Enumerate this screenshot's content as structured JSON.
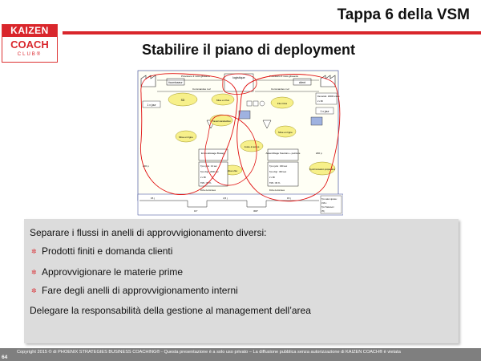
{
  "logo": {
    "line1": "KAIZEN",
    "line2": "COACH",
    "line3": "CLUB®"
  },
  "header": {
    "title": "Tappa 6 della VSM",
    "subtitle": "Stabilire il piano di deployment"
  },
  "vsm": {
    "supplier": "fournisseur",
    "logistics": "logistique",
    "client": "client",
    "forecast_left": "Prévisions 3 mois glissants",
    "forecast_right": "Prévisions 3 mois glissants",
    "orders_left": "Commandes J+2",
    "orders_right": "Commandes J+2",
    "schedule": "1 x jour",
    "demand": "Demande: 10000 unités",
    "shifts": "2 x 8h",
    "cloud_sd": "SD",
    "cloud_rd": "Mise en\nflux",
    "cloud_std": "Travail\nstandardisé",
    "cloud_flow": "Flux\ntirés",
    "cloud_line1": "Mise en\nligne",
    "cloud_smed": "Juste à temps",
    "cloud_line2": "Mise en\nligne",
    "cloud_sync": "Synchronisation\npréparation",
    "cloud_mini": "Mise\nà flux",
    "process_left": "Emboutissage\nBusage",
    "process_right": "Assemblage\nSoudure + peinture",
    "stock_left": "200 p",
    "stock_right": "200 p",
    "tc_left": "Tps cycle : 16 sec",
    "tc_right": "Tps cycle : 300 sec",
    "tch_left": "Tps chgt : 2000 sec",
    "tch_right": "Tps chgt : 300 sec",
    "sh_left": "2 x 8h",
    "sh_right": "2 x 8h",
    "trs_left": "TRS : 85 %",
    "trs_right": "TRS : 80 %",
    "flux_left": "Fiche de données",
    "flux_right": "Fiche de données",
    "timeline_1": "15 j",
    "timeline_2": "4,5 j",
    "timeline_3": "15 j",
    "vt_1": "16\"",
    "vt_2": "300\"",
    "lead_label": "Tps valeur ajoutée :",
    "lead_label2": "Tps Traitement :",
    "lead_value": "316 s",
    "lead_value2": "35 j"
  },
  "content": {
    "intro": "Separare i flussi in anelli di approvvigionamento diversi:",
    "bullets": [
      "Prodotti finiti e domanda clienti",
      "Approvvigionare le materie prime",
      "Fare degli anelli di approvvigionamento interni"
    ],
    "conclusion": "Delegare la responsabilità della gestione al management dell’area"
  },
  "footer": {
    "copyright": "Copyright 2015 © di PHOENIX STRATEGIES BUSINESS COACHING® - Questa presentazione è a solo uso privato – La diffusione pubblica senza autorizzazione di KAIZEN COACH® è vietata",
    "page": "64"
  },
  "colors": {
    "accent": "#d9262c",
    "box_bg": "#dcdcdc",
    "footer_bg": "#7f7f7f",
    "cloud": "#f7f08a",
    "vsm_border": "#2f3f8f"
  }
}
